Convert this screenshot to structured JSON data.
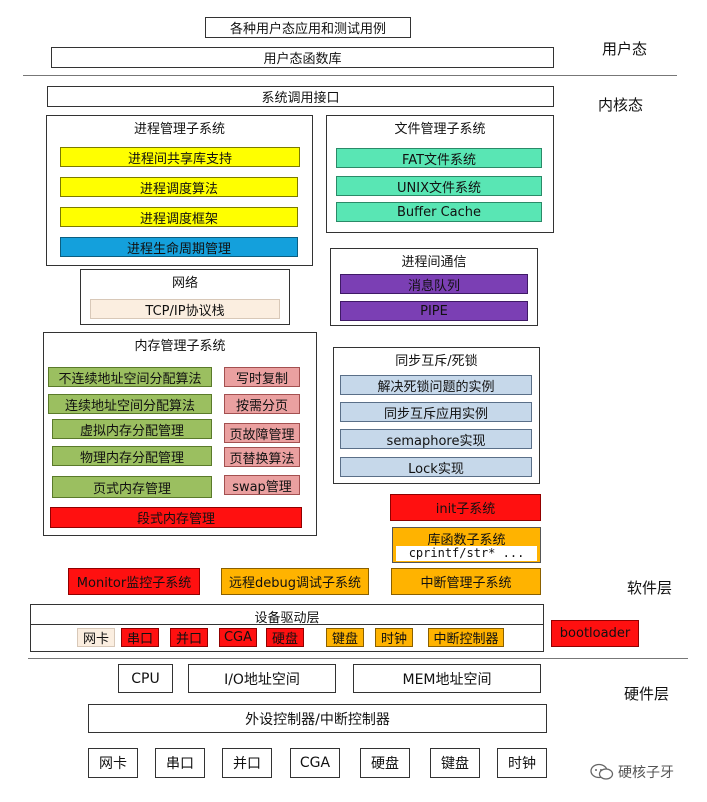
{
  "layers": {
    "user": "用户态",
    "kernel": "内核态",
    "software": "软件层",
    "hardware": "硬件层"
  },
  "user": {
    "test_apps": "各种用户态应用和测试用例",
    "user_lib": "用户态函数库"
  },
  "kernel": {
    "syscall": "系统调用接口",
    "process": {
      "title": "进程管理子系统",
      "items": [
        "进程间共享库支持",
        "进程调度算法",
        "进程调度框架",
        "进程生命周期管理"
      ]
    },
    "file": {
      "title": "文件管理子系统",
      "items": [
        "FAT文件系统",
        "UNIX文件系统",
        "Buffer Cache"
      ]
    },
    "network": {
      "title": "网络",
      "items": [
        "TCP/IP协议栈"
      ]
    },
    "ipc": {
      "title": "进程间通信",
      "items": [
        "消息队列",
        "PIPE"
      ]
    },
    "memory": {
      "title": "内存管理子系统",
      "left": [
        "不连续地址空间分配算法",
        "连续地址空间分配算法",
        "虚拟内存分配管理",
        "物理内存分配管理",
        "页式内存管理"
      ],
      "right": [
        "写时复制",
        "按需分页",
        "页故障管理",
        "页替换算法",
        "swap管理"
      ],
      "bottom": "段式内存管理"
    },
    "sync": {
      "title": "同步互斥/死锁",
      "items": [
        "解决死锁问题的实例",
        "同步互斥应用实例",
        "semaphore实现",
        "Lock实现"
      ]
    },
    "init": "init子系统",
    "libfunc": {
      "title": "库函数子系统",
      "sub": "cprintf/str* ..."
    }
  },
  "software": {
    "monitor": "Monitor监控子系统",
    "debug": "远程debug调试子系统",
    "interrupt": "中断管理子系统",
    "driver": {
      "title": "设备驱动层",
      "items": [
        "网卡",
        "串口",
        "并口",
        "CGA",
        "硬盘",
        "键盘",
        "时钟",
        "中断控制器"
      ]
    },
    "bootloader": "bootloader"
  },
  "hardware": {
    "cpu": "CPU",
    "io": "I/O地址空间",
    "mem": "MEM地址空间",
    "controller": "外设控制器/中断控制器",
    "devices": [
      "网卡",
      "串口",
      "并口",
      "CGA",
      "硬盘",
      "键盘",
      "时钟"
    ]
  },
  "watermark": {
    "text": "硬核子牙"
  }
}
